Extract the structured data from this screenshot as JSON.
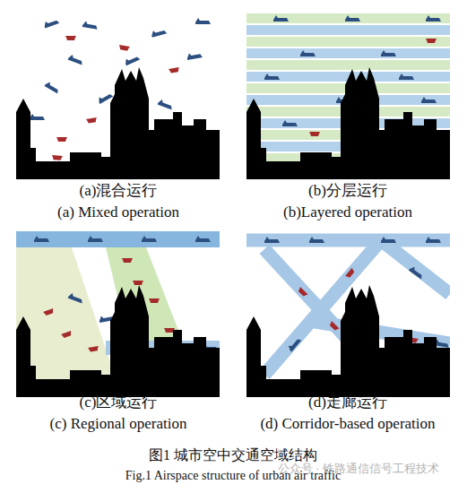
{
  "diagram": {
    "caption": "图1 城市空中交通空域结构",
    "labels": [
      "(a)混合运行",
      "(a) Mixed operation",
      "(b)分层运行",
      "(b)Layered operation",
      "(c)区域运行",
      "(c) Regional operation",
      "(d)走廊运行",
      "(d) Corridor-based operation",
      "Fig.1 Airspace structure of urban air traffic",
      "公众号 · 铁路通信信号工程技术"
    ]
  }
}
